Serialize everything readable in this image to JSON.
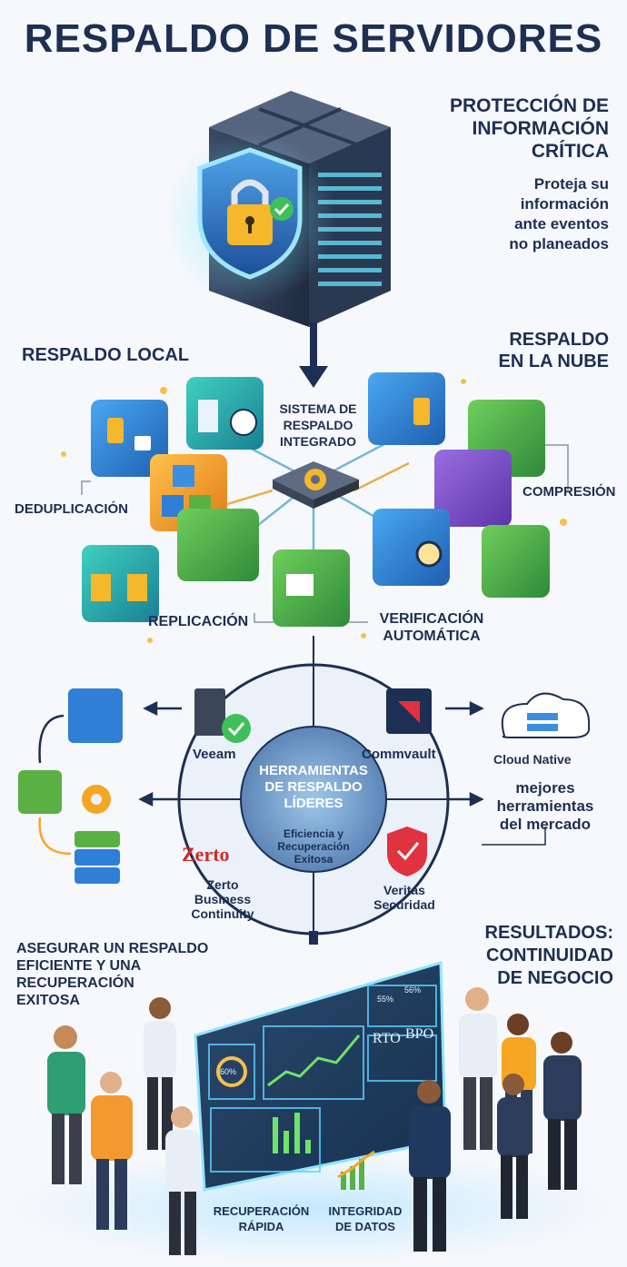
{
  "title": "RESPALDO DE SERVIDORES",
  "intro": {
    "heading_l1": "PROTECCIÓN DE",
    "heading_l2": "INFORMACIÓN",
    "heading_l3": "CRÍTICA",
    "desc_l1": "Proteja su",
    "desc_l2": "información",
    "desc_l3": "ante eventos",
    "desc_l4": "no planeados"
  },
  "sections": {
    "local": "RESPALDO LOCAL",
    "cloud_l1": "RESPALDO",
    "cloud_l2": "EN LA NUBE"
  },
  "hub": {
    "sistema_l1": "SISTEMA DE",
    "sistema_l2": "RESPALDO",
    "sistema_l3": "INTEGRADO",
    "dedup": "DEDUPLICACIÓN",
    "compresion": "COMPRESIÓN",
    "replicacion": "REPLICACIÓN",
    "verif_l1": "VERIFICACIÓN",
    "verif_l2": "AUTOMÁTICA"
  },
  "tools": {
    "center_l1": "HERRAMIENTAS",
    "center_l2": "DE RESPALDO",
    "center_l3": "LÍDERES",
    "center_sub_l1": "Eficiencia y",
    "center_sub_l2": "Recuperación",
    "center_sub_l3": "Exitosa",
    "veeam": "Veeam",
    "commvault": "Commvault",
    "cloud_native": "Cloud Native",
    "zerto_logo": "Zerto",
    "zerto_l1": "Zerto",
    "zerto_l2": "Business",
    "zerto_l3": "Continuity",
    "veritas_l1": "Veritas",
    "veritas_l2": "Securidad",
    "mejores_l1": "mejores",
    "mejores_l2": "herramientas",
    "mejores_l3": "del mercado"
  },
  "bottom": {
    "left_l1": "ASEGURAR UN RESPALDO",
    "left_l2": "EFICIENTE Y UNA",
    "left_l3": "RECUPERACIÓN",
    "left_l4": "EXITOSA",
    "right_l1": "RESULTADOS:",
    "right_l2": "CONTINUIDAD",
    "right_l3": "DE NEGOCIO",
    "rec_l1": "RECUPERACIÓN",
    "rec_l2": "RÁPIDA",
    "int_l1": "INTEGRIDAD",
    "int_l2": "DE DATOS",
    "dash_rto": "RTO",
    "dash_bpo": "BPO",
    "dash_g1": "55%",
    "dash_g2": "56%",
    "dash_g3": "60%"
  },
  "colors": {
    "navy": "#1d2f52",
    "blue": "#2f7fd6",
    "teal": "#2bb3b1",
    "green": "#5bb043",
    "orange": "#f5a623",
    "purple": "#7a4fc9"
  }
}
